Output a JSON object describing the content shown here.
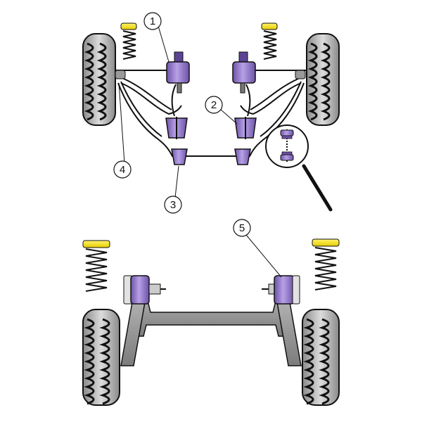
{
  "colors": {
    "bush": "#9b7fd0",
    "bush_dark": "#6d52a8",
    "bush_light": "#c5b3ea",
    "spring_cap": "#ffe81a",
    "tyre": "#b8b8b8",
    "tyre_dark": "#202020",
    "beam": "#999999",
    "line": "#111111"
  },
  "callouts": [
    {
      "label": "1"
    },
    {
      "label": "2"
    },
    {
      "label": "3"
    },
    {
      "label": "4"
    },
    {
      "label": "5"
    }
  ],
  "icons": {
    "magnifier": "magnifier-icon",
    "spring": "coil-spring-icon",
    "wheel": "wheel-icon"
  }
}
